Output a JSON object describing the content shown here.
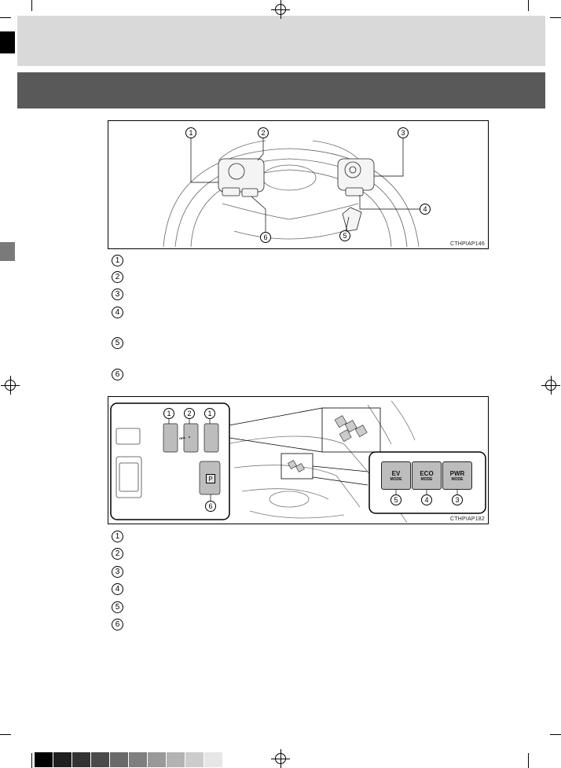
{
  "figure1": {
    "code": "CTHPIAP146",
    "callouts": [
      "1",
      "2",
      "3",
      "4",
      "5",
      "6"
    ]
  },
  "legend1": [
    "1",
    "2",
    "3",
    "4",
    "5",
    "6"
  ],
  "figure2": {
    "code": "CTHPIAP182",
    "callouts": [
      "1",
      "2",
      "1",
      "6",
      "5",
      "4",
      "3"
    ],
    "buttons": [
      {
        "line1": "EV",
        "line2": "MODE"
      },
      {
        "line1": "ECO",
        "line2": "MODE"
      },
      {
        "line1": "PWR",
        "line2": "MODE"
      }
    ],
    "park_label": "P",
    "off_label": "OFF"
  },
  "legend2": [
    "1",
    "2",
    "3",
    "4",
    "5",
    "6"
  ],
  "swatch_colors": [
    "#000000",
    "#1f1f1f",
    "#333333",
    "#4a4a4a",
    "#6a6a6a",
    "#7f7f7f",
    "#999999",
    "#b3b3b3",
    "#cccccc",
    "#e6e6e6"
  ]
}
